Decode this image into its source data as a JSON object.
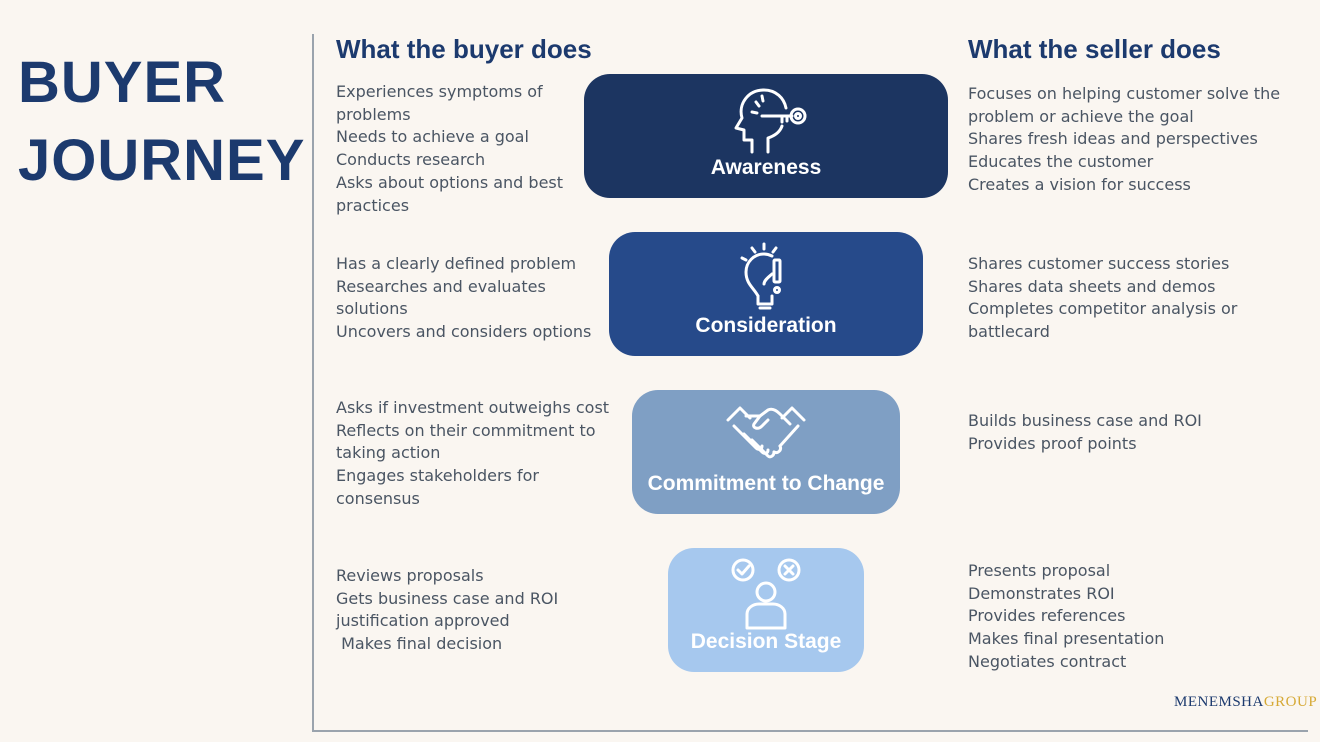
{
  "title": {
    "line1": "BUYER",
    "line2": "JOURNEY"
  },
  "headers": {
    "buyer": "What the buyer does",
    "seller": "What the seller does"
  },
  "colors": {
    "title": "#1c3a6e",
    "awareness": "#1c3561",
    "consideration": "#264a8a",
    "commitment": "#7f9fc4",
    "decision": "#a6c8ee"
  },
  "stages": [
    {
      "label": "Awareness",
      "icon": "head-key-icon",
      "buyer": [
        "Experiences symptoms of",
        "problems",
        "Needs to achieve a goal",
        "Conducts research",
        "Asks about options and best",
        "practices"
      ],
      "seller": [
        "Focuses on helping customer solve the",
        "problem or achieve the goal",
        "Shares fresh ideas and perspectives",
        "Educates the customer",
        "Creates a vision for success"
      ]
    },
    {
      "label": "Consideration",
      "icon": "lightbulb-exclamation-icon",
      "buyer": [
        "Has a clearly defined problem",
        "Researches and evaluates",
        "solutions",
        "Uncovers and considers options"
      ],
      "seller": [
        "Shares customer success stories",
        "Shares data sheets and demos",
        "Completes competitor analysis or",
        "battlecard"
      ]
    },
    {
      "label": "Commitment to Change",
      "icon": "handshake-icon",
      "buyer": [
        "Asks if investment outweighs cost",
        "Reflects on their commitment to",
        "taking action",
        "Engages stakeholders for",
        "consensus"
      ],
      "seller": [
        "Builds business case and ROI",
        "Provides proof points"
      ]
    },
    {
      "label": "Decision Stage",
      "icon": "person-check-cross-icon",
      "buyer": [
        "Reviews proposals",
        "Gets business case and ROI",
        "justification approved",
        " Makes final decision"
      ],
      "seller": [
        "Presents proposal",
        "Demonstrates ROI",
        "Provides references",
        "Makes final presentation",
        "Negotiates contract"
      ]
    }
  ],
  "logo": {
    "part1": "MENEMSHA",
    "part2": "GROUP"
  }
}
